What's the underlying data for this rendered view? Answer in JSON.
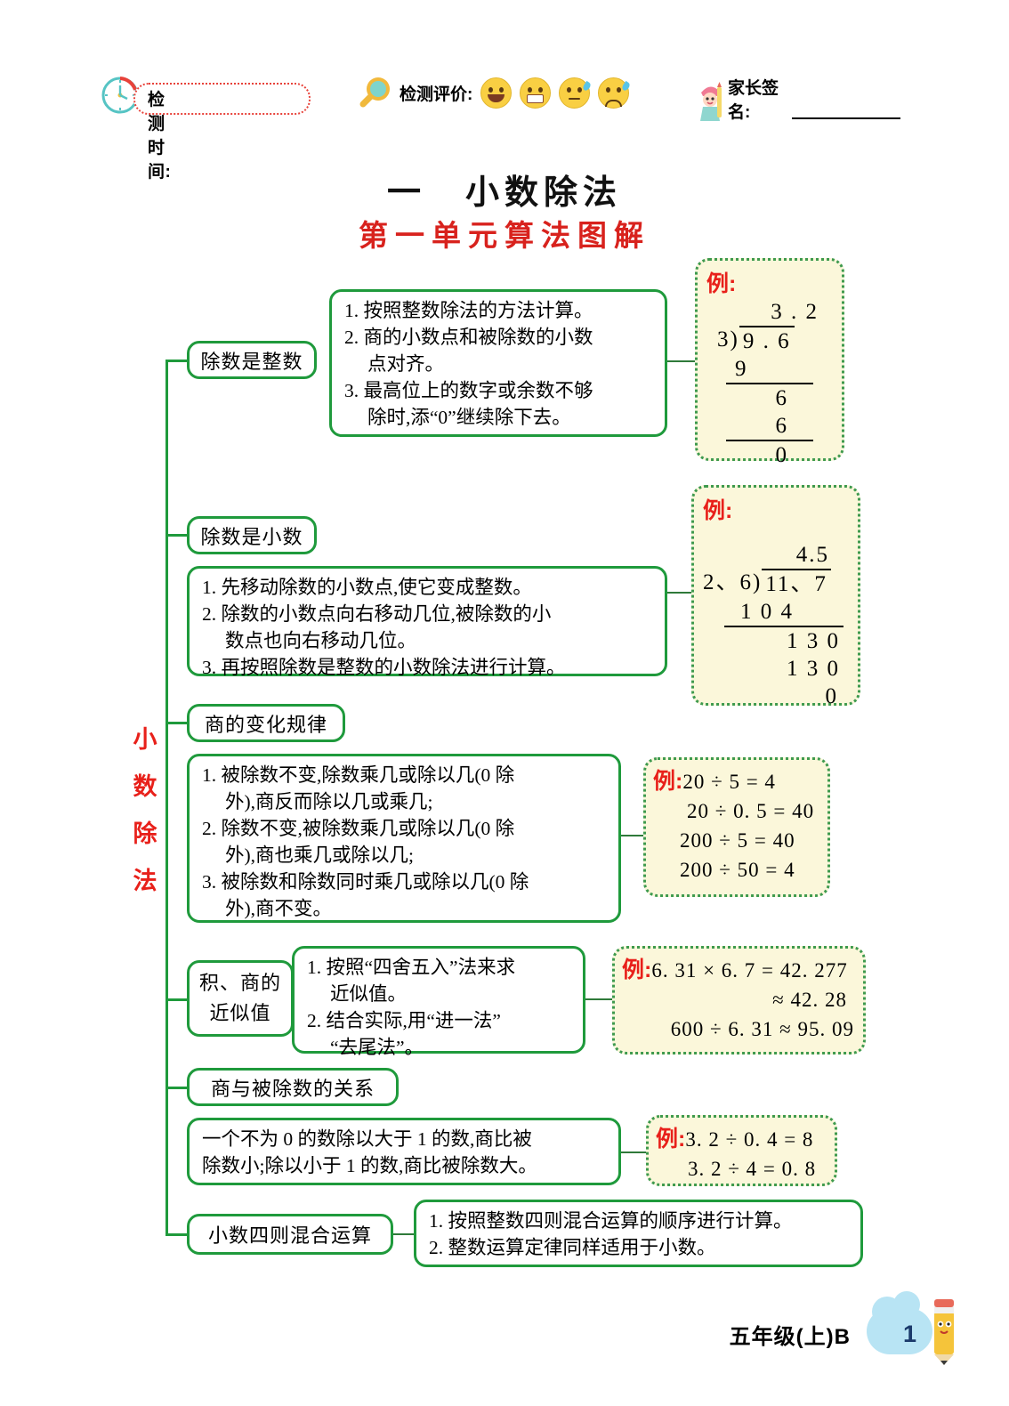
{
  "header": {
    "time_label": "检测时间:",
    "eval_label": "检测评价:",
    "sign_label": "家长签名:",
    "faces": [
      "laughing-face",
      "grinning-face",
      "neutral-sweat-face",
      "crying-face"
    ],
    "icons": {
      "clock": "clock-icon",
      "magnifier": "magnifier-icon",
      "girl": "girl-icon"
    }
  },
  "title": {
    "unit": "一　小数除法",
    "subtitle": "第一单元算法图解"
  },
  "root_label": "小数除法",
  "nodes": [
    {
      "id": "n1",
      "label": "除数是整数"
    },
    {
      "id": "n2",
      "label": "除数是小数"
    },
    {
      "id": "n3",
      "label": "商的变化规律"
    },
    {
      "id": "n4",
      "label": "积、商的\n近似值"
    },
    {
      "id": "n5",
      "label": "商与被除数的关系"
    },
    {
      "id": "n6",
      "label": "小数四则混合运算"
    }
  ],
  "rules": {
    "r1": [
      "1. 按照整数除法的方法计算。",
      "2. 商的小数点和被除数的小数",
      "点对齐。",
      "3. 最高位上的数字或余数不够",
      "除时,添“0”继续除下去。"
    ],
    "r2": [
      "1. 先移动除数的小数点,使它变成整数。",
      "2. 除数的小数点向右移动几位,被除数的小",
      "数点也向右移动几位。",
      "3. 再按照除数是整数的小数除法进行计算。"
    ],
    "r3": [
      "1. 被除数不变,除数乘几或除以几(0 除",
      "外),商反而除以几或乘几;",
      "2. 除数不变,被除数乘几或除以几(0 除",
      "外),商也乘几或除以几;",
      "3. 被除数和除数同时乘几或除以几(0 除",
      "外),商不变。"
    ],
    "r4": [
      "1. 按照“四舍五入”法来求",
      "近似值。",
      "2. 结合实际,用“进一法”",
      "“去尾法”。"
    ],
    "r5": [
      "一个不为 0 的数除以大于 1 的数,商比被",
      "除数小;除以小于 1 的数,商比被除数大。"
    ],
    "r6": [
      "1. 按照整数四则混合运算的顺序进行计算。",
      "2. 整数运算定律同样适用于小数。"
    ]
  },
  "examples": {
    "label": "例:",
    "e1": {
      "type": "long-division",
      "quotient": "3 . 2",
      "divisor": "3",
      "dividend": "9 . 6",
      "steps": [
        "9",
        "6",
        "6",
        "0"
      ]
    },
    "e2": {
      "type": "long-division",
      "quotient": "4.5",
      "divisor": "2、6",
      "dividend": "11、7",
      "steps": [
        "1 0 4",
        "1 3 0",
        "1 3 0",
        "0"
      ]
    },
    "e3": {
      "type": "equations",
      "lines": [
        "20 ÷ 5 = 4",
        "20 ÷ 0. 5 = 40",
        "200 ÷ 5 = 40",
        "200 ÷ 50 = 4"
      ]
    },
    "e4": {
      "type": "equations",
      "lines": [
        "6. 31 × 6. 7 = 42. 277",
        "≈ 42. 28",
        "600 ÷ 6. 31 ≈ 95. 09"
      ]
    },
    "e5": {
      "type": "equations",
      "lines": [
        "3. 2 ÷ 0. 4 = 8",
        "3. 2 ÷ 4 = 0. 8"
      ]
    }
  },
  "footer": {
    "grade": "五年级(上)B",
    "page": "1"
  },
  "colors": {
    "green": "#1f9a3c",
    "red": "#e8201a",
    "title_red": "#d8221d",
    "card_bg": "#fbf7da",
    "dot_border": "#3e9a4e"
  }
}
